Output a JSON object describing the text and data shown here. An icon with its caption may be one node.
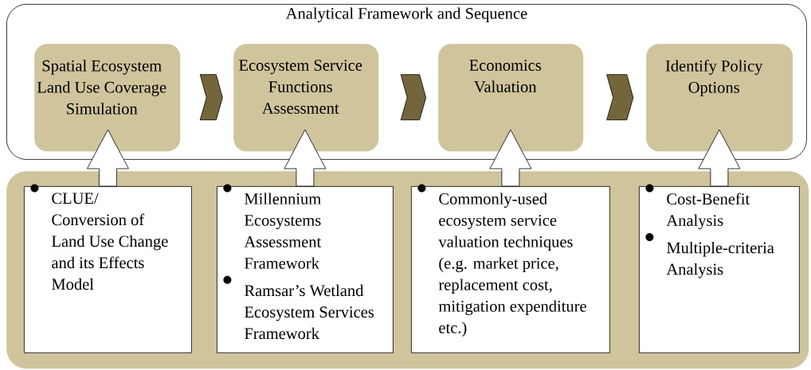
{
  "diagram": {
    "nodes": [
      {
        "text": [
          "Analytical Framework and Sequence"
        ]
      },
      {
        "text": [
          "Spatial Ecosystem Land Use Coverage Simulation"
        ],
        "in": 0
      },
      {
        "text": [
          "Ecosystem Service Functions Assessment"
        ],
        "in": 0
      },
      {
        "text": [
          "Economics Valuation"
        ],
        "in": 0
      },
      {
        "text": [
          "Identify Policy Options"
        ],
        "in": 0
      },
      {
        "text": [],
        "shape": "box"
      },
      {
        "text": [
          "CLUE/ Conversion of Land Use Change and its Effects Model"
        ],
        "in": 5
      },
      {
        "text": [
          "Millennium Ecosystems Assessment Framework",
          "Ramsar’s Wetland Ecosystem Services Framework"
        ],
        "in": 5
      },
      {
        "text": [
          "Commonly-used ecosystem service valuation techniques (e.g. market price, replacement cost, mitigation expenditure etc.)"
        ],
        "in": 5
      },
      {
        "text": [
          "Cost-Benefit Analysis",
          "Multiple-criteria Analysis"
        ],
        "in": 5
      }
    ],
    "edges": [
      {
        "from": 1,
        "to": 2,
        "arrow": "to"
      },
      {
        "from": 2,
        "to": 3,
        "arrow": "to"
      },
      {
        "from": 3,
        "to": 4,
        "arrow": "to"
      },
      {
        "from": 6,
        "to": 1,
        "arrow": "to"
      },
      {
        "from": 7,
        "to": 2,
        "arrow": "to"
      },
      {
        "from": 8,
        "to": 3,
        "arrow": "to"
      },
      {
        "from": 9,
        "to": 4,
        "arrow": "to"
      }
    ]
  }
}
